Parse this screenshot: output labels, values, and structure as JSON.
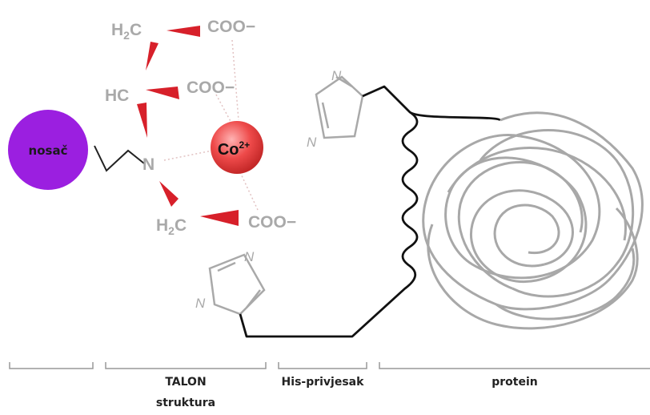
{
  "support": {
    "label": "nosač",
    "color": "#9b1fe0"
  },
  "metal": {
    "symbol": "Co",
    "charge": "2+",
    "color": "#e63b3b"
  },
  "talon": {
    "h2c_top": "H2C",
    "coo_top": "COO−",
    "hc": "HC",
    "coo_mid": "COO−",
    "n_center": "N",
    "h2c_bottom": "H2C",
    "coo_bottom": "COO−"
  },
  "histidine": {
    "ring_atom": "N"
  },
  "sections": {
    "support": "",
    "talon": "TALON\nstruktura",
    "his_tag": "His-privjesak",
    "protein": "protein"
  },
  "colors": {
    "wedge": "#d7202a",
    "chem_text": "#a9a9a9",
    "chain": "#111111",
    "protein_coil": "#a8a8a8"
  }
}
